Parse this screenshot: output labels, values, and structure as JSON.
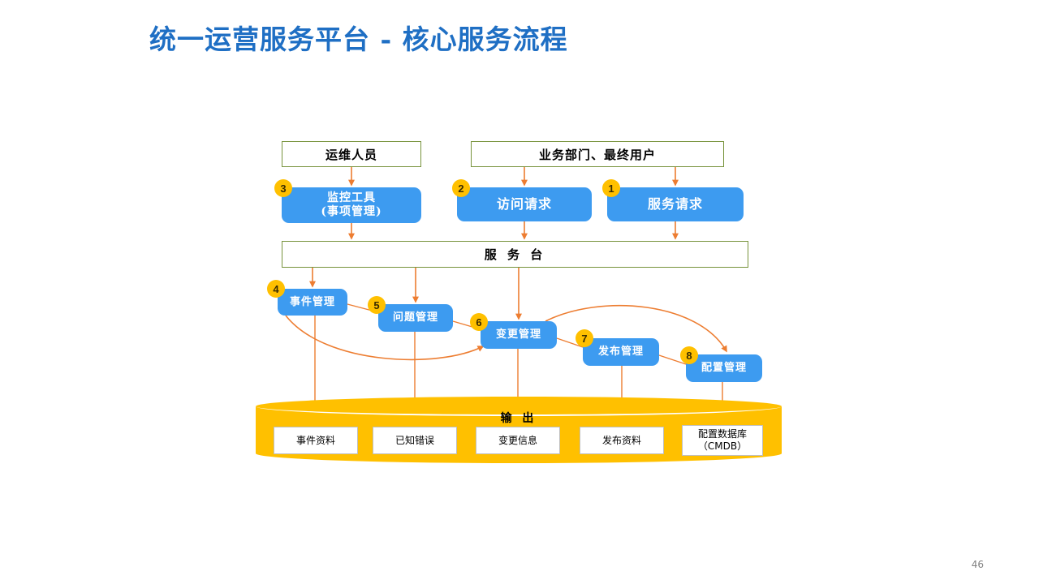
{
  "slide": {
    "title": "统一运营服务平台 - 核心服务流程",
    "title_color": "#1F6FC4",
    "page_number": "46",
    "background": "#FFFFFF"
  },
  "palette": {
    "process_blue": "#3D9BF0",
    "badge_amber": "#FFC000",
    "cylinder_amber": "#FFC000",
    "connector_orange": "#ED7D31",
    "actor_border_green": "#77933C"
  },
  "actors": [
    {
      "id": "actor-ops",
      "label": "运维人员"
    },
    {
      "id": "actor-biz",
      "label": "业务部门、最终用户"
    }
  ],
  "service_desk": {
    "label": "服 务 台"
  },
  "intake": [
    {
      "id": "p-monitor",
      "badge": "3",
      "line1": "监控工具",
      "line2": "(事项管理)"
    },
    {
      "id": "p-access",
      "badge": "2",
      "line1": "访问请求",
      "line2": ""
    },
    {
      "id": "p-service",
      "badge": "1",
      "line1": "服务请求",
      "line2": ""
    }
  ],
  "processes": [
    {
      "id": "p-incident",
      "badge": "4",
      "label": "事件管理"
    },
    {
      "id": "p-problem",
      "badge": "5",
      "label": "问题管理"
    },
    {
      "id": "p-change",
      "badge": "6",
      "label": "变更管理"
    },
    {
      "id": "p-release",
      "badge": "7",
      "label": "发布管理"
    },
    {
      "id": "p-config",
      "badge": "8",
      "label": "配置管理"
    }
  ],
  "output": {
    "label": "输 出",
    "items": [
      {
        "id": "o-incident",
        "line1": "事件资料",
        "line2": ""
      },
      {
        "id": "o-known",
        "line1": "已知错误",
        "line2": ""
      },
      {
        "id": "o-change",
        "line1": "变更信息",
        "line2": ""
      },
      {
        "id": "o-release",
        "line1": "发布资料",
        "line2": ""
      },
      {
        "id": "o-cmdb",
        "line1": "配置数据库",
        "line2": "（CMDB）"
      }
    ]
  }
}
